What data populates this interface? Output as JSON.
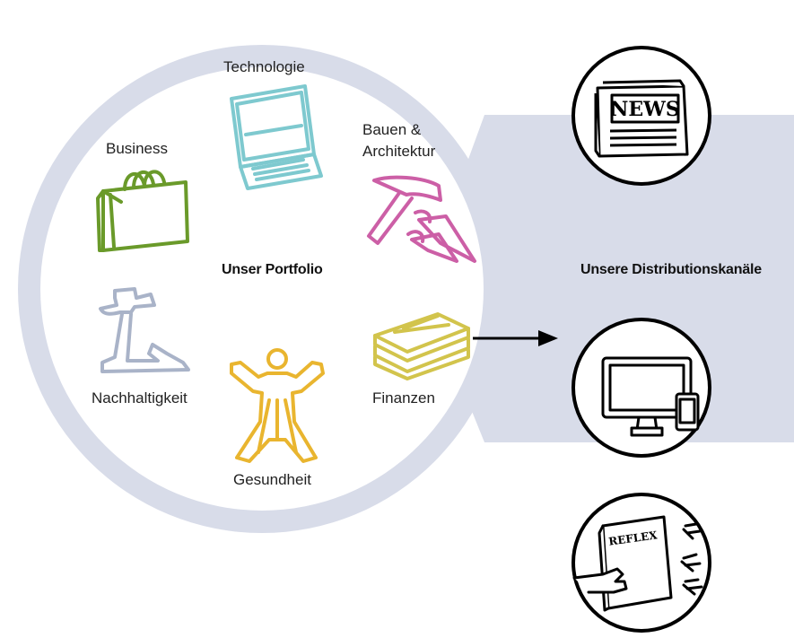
{
  "portfolio": {
    "title": "Unser Portfolio",
    "categories": [
      {
        "label": "Technologie",
        "icon": "laptop-icon",
        "color": "#7ec9cf"
      },
      {
        "label": "Business",
        "icon": "shopping-bag-icon",
        "color": "#6a9a2a"
      },
      {
        "label": "Bauen &",
        "label2": "Architektur",
        "icon": "hammer-nails-icon",
        "color": "#cc5fa6"
      },
      {
        "label": "Nachhaltigkeit",
        "icon": "wind-turbine-icon",
        "color": "#a9b3c8"
      },
      {
        "label": "Finanzen",
        "icon": "money-stack-icon",
        "color": "#d2c44c"
      },
      {
        "label": "Gesundheit",
        "icon": "human-figure-icon",
        "color": "#e9b52f"
      }
    ]
  },
  "distribution": {
    "title": "Unsere Distributionskanäle",
    "channels": [
      {
        "icon": "newspaper-icon",
        "text": "NEWS"
      },
      {
        "icon": "monitor-tablet-icon"
      },
      {
        "icon": "magazine-hands-icon",
        "text": "REFLEX"
      }
    ]
  },
  "colors": {
    "ring": "#d8dce9",
    "band": "#d8dce9",
    "arrow": "#000000"
  }
}
